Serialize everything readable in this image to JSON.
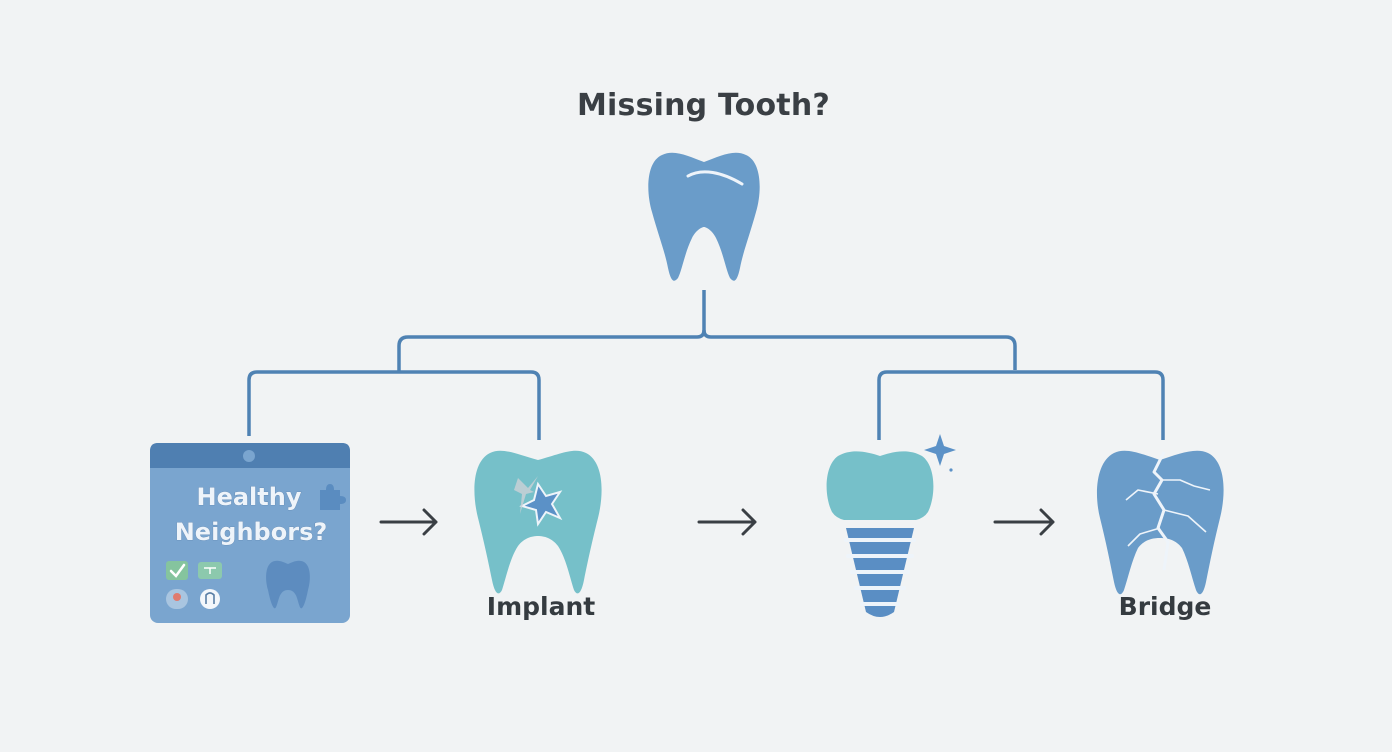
{
  "diagram": {
    "title": "Missing Tooth?",
    "decision_card": {
      "line1": "Healthy",
      "line2": "Neighbors?",
      "icons": [
        "check-icon",
        "badge-icon",
        "pin-icon",
        "clock-icon",
        "tooth-icon",
        "puzzle-icon"
      ]
    },
    "options": [
      {
        "label": "Implant",
        "icon": "tooth-with-sparkle-icon"
      },
      {
        "label": "",
        "icon": "dental-implant-icon"
      },
      {
        "label": "Bridge",
        "icon": "cracked-tooth-icon"
      }
    ],
    "colors": {
      "background": "#f1f3f4",
      "primary_blue": "#6a9cc9",
      "teal": "#76c0c9",
      "connector": "#4f82b3",
      "arrow": "#3a3f44",
      "text": "#3a3f44"
    }
  }
}
